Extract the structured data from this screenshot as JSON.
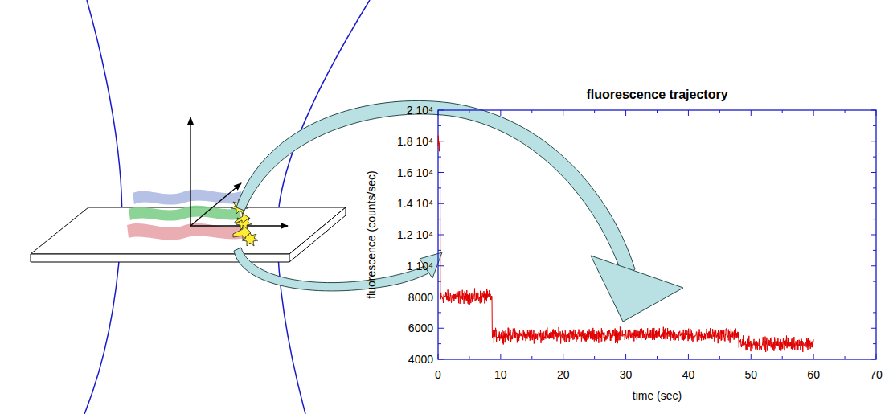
{
  "diagram": {
    "title": "fluorescence trajectory",
    "labels": [
      "2 10⁴",
      "1.8 10⁴",
      "1.6 10⁴",
      "1.4 10⁴",
      "1.2 10⁴",
      "1 10⁴",
      "8000",
      "6000",
      "4000",
      "0",
      "10",
      "20",
      "30",
      "40",
      "50",
      "60",
      "70",
      "fluorescence (counts/sec)",
      "time (sec)"
    ]
  }
}
